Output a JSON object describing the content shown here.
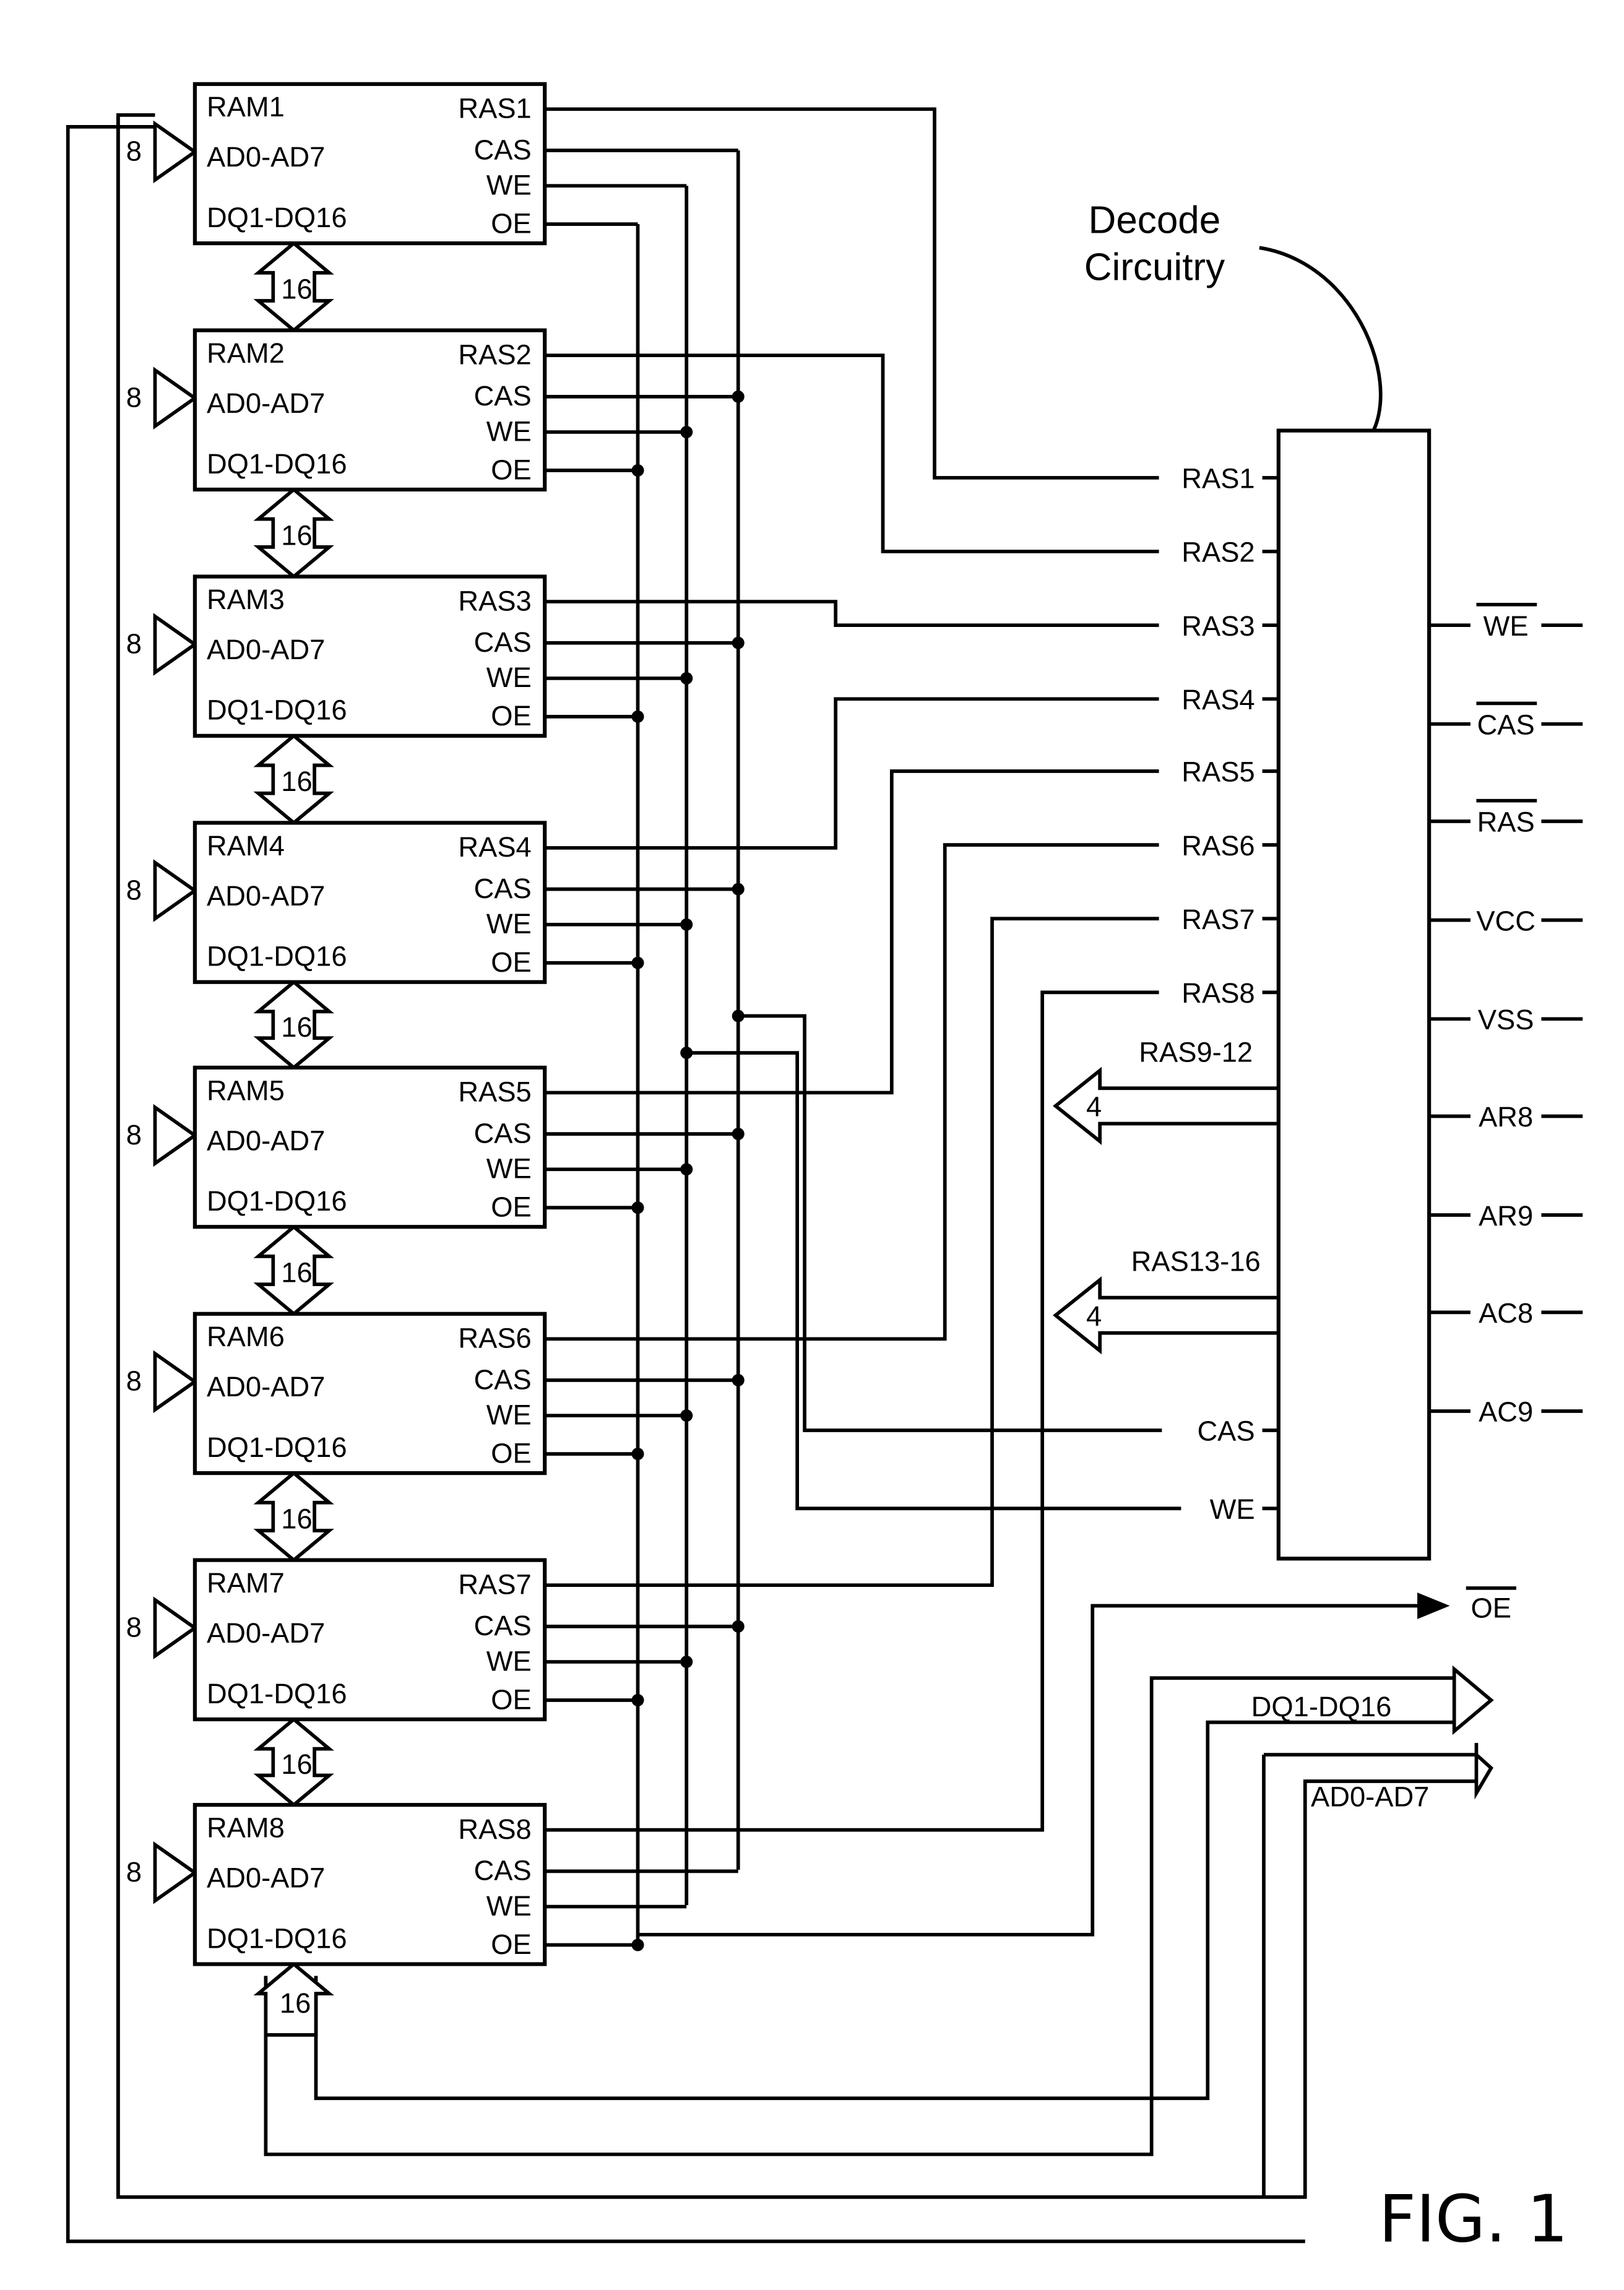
{
  "figure": {
    "label": "FIG. 1",
    "decode_label_line1": "Decode",
    "decode_label_line2": "Circuitry"
  },
  "ram_modules": [
    {
      "name": "RAM1",
      "ras": "RAS1",
      "cas": "CAS",
      "we": "WE",
      "oe": "OE",
      "addr": "AD0-AD7",
      "data": "DQ1-DQ16",
      "addr_width": "8",
      "data_width": "16"
    },
    {
      "name": "RAM2",
      "ras": "RAS2",
      "cas": "CAS",
      "we": "WE",
      "oe": "OE",
      "addr": "AD0-AD7",
      "data": "DQ1-DQ16",
      "addr_width": "8",
      "data_width": "16"
    },
    {
      "name": "RAM3",
      "ras": "RAS3",
      "cas": "CAS",
      "we": "WE",
      "oe": "OE",
      "addr": "AD0-AD7",
      "data": "DQ1-DQ16",
      "addr_width": "8",
      "data_width": "16"
    },
    {
      "name": "RAM4",
      "ras": "RAS4",
      "cas": "CAS",
      "we": "WE",
      "oe": "OE",
      "addr": "AD0-AD7",
      "data": "DQ1-DQ16",
      "addr_width": "8",
      "data_width": "16"
    },
    {
      "name": "RAM5",
      "ras": "RAS5",
      "cas": "CAS",
      "we": "WE",
      "oe": "OE",
      "addr": "AD0-AD7",
      "data": "DQ1-DQ16",
      "addr_width": "8",
      "data_width": "16"
    },
    {
      "name": "RAM6",
      "ras": "RAS6",
      "cas": "CAS",
      "we": "WE",
      "oe": "OE",
      "addr": "AD0-AD7",
      "data": "DQ1-DQ16",
      "addr_width": "8",
      "data_width": "16"
    },
    {
      "name": "RAM7",
      "ras": "RAS7",
      "cas": "CAS",
      "we": "WE",
      "oe": "OE",
      "addr": "AD0-AD7",
      "data": "DQ1-DQ16",
      "addr_width": "8",
      "data_width": "16"
    },
    {
      "name": "RAM8",
      "ras": "RAS8",
      "cas": "CAS",
      "we": "WE",
      "oe": "OE",
      "addr": "AD0-AD7",
      "data": "DQ1-DQ16",
      "addr_width": "8",
      "data_width": "16"
    }
  ],
  "decoder": {
    "left_pins": [
      "RAS1",
      "RAS2",
      "RAS3",
      "RAS4",
      "RAS5",
      "RAS6",
      "RAS7",
      "RAS8",
      "CAS",
      "WE"
    ],
    "right_pins": [
      {
        "label": "WE",
        "overbar": true
      },
      {
        "label": "CAS",
        "overbar": true
      },
      {
        "label": "RAS",
        "overbar": true
      },
      {
        "label": "VCC",
        "overbar": false
      },
      {
        "label": "VSS",
        "overbar": false
      },
      {
        "label": "AR8",
        "overbar": false
      },
      {
        "label": "AR9",
        "overbar": false
      },
      {
        "label": "AC8",
        "overbar": false
      },
      {
        "label": "AC9",
        "overbar": false
      }
    ],
    "bus_outputs": [
      {
        "label": "RAS9-12",
        "width": "4"
      },
      {
        "label": "RAS13-16",
        "width": "4"
      }
    ]
  },
  "external_signals": {
    "oe": {
      "label": "OE",
      "overbar": true
    },
    "data_bus": "DQ1-DQ16",
    "addr_bus": "AD0-AD7",
    "bottom_data_width": "16"
  }
}
